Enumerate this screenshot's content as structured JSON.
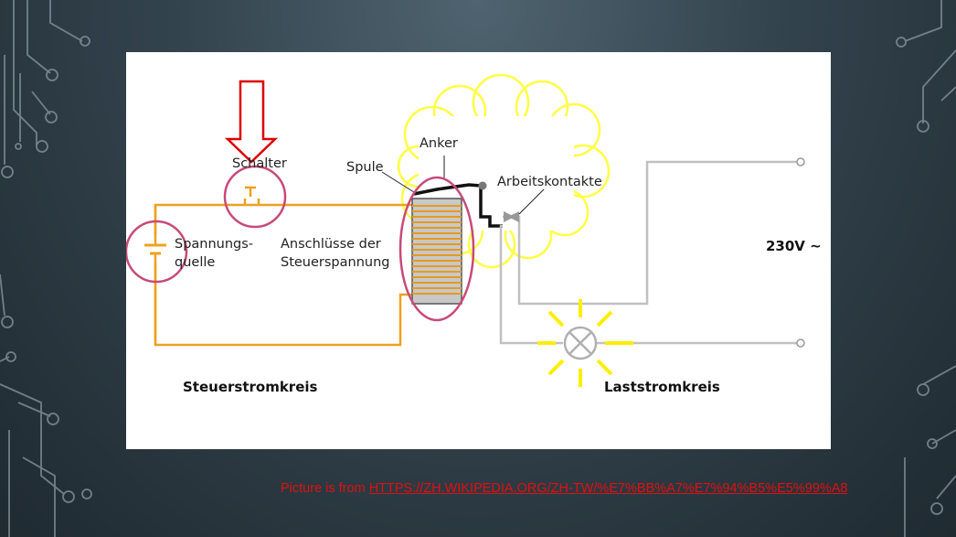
{
  "labels": {
    "schalter": "Schalter",
    "spule": "Spule",
    "anker": "Anker",
    "arbeitskontakte": "Arbeitskontakte",
    "spannungsquelle_1": "Spannungs-",
    "spannungsquelle_2": "quelle",
    "anschluesse_1": "Anschlüsse der",
    "anschluesse_2": "Steuerspannung",
    "voltage": "230V ~",
    "steuerstromkreis": "Steuerstromkreis",
    "laststromkreis": "Laststromkreis"
  },
  "source": {
    "prefix": "Picture is from ",
    "url": "HTTPS://ZH.WIKIPEDIA.ORG/ZH-TW/%E7%BB%A7%E7%94%B5%E5%99%A8"
  },
  "colors": {
    "control_wire": "#f0a020",
    "load_wire": "#c0c0c0",
    "highlight": "#c84a78",
    "arrow": "#dd0000",
    "cloud": "#ffff44",
    "lamp_rays": "#ffee00",
    "source_text": "#e01010"
  }
}
